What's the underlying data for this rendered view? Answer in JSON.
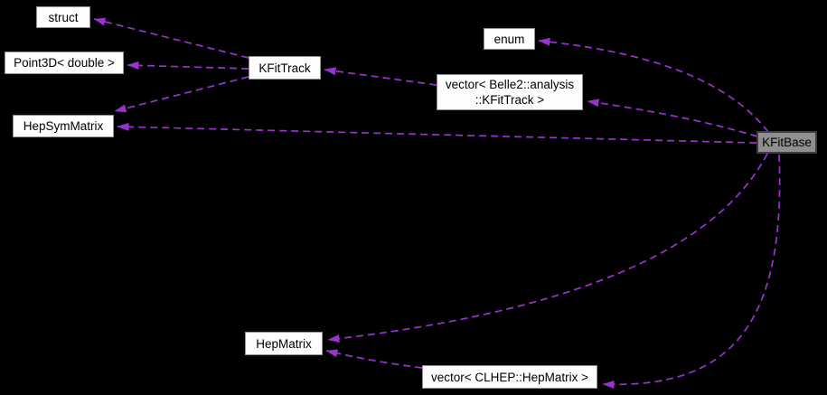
{
  "colors": {
    "background": "#000000",
    "edge": "#9a32cd",
    "node_fill": "#fefefe",
    "node_border": "#8f8f8f",
    "focus_node_fill": "#8f8f8f",
    "focus_node_border": "#3f3f3f",
    "text": "#000000"
  },
  "nodes": {
    "struct": {
      "label": "struct"
    },
    "point3d_double": {
      "label": "Point3D< double >"
    },
    "hepsymmatrix": {
      "label": "HepSymMatrix"
    },
    "kfittrack": {
      "label": "KFitTrack"
    },
    "enum": {
      "label": "enum"
    },
    "vector_belle2_analysis_kfittrack": {
      "label": "vector< Belle2::analysis\n::KFitTrack >"
    },
    "kfitbase": {
      "label": "KFitBase"
    },
    "hepmatrix": {
      "label": "HepMatrix"
    },
    "vector_clhep_hepmatrix": {
      "label": "vector< CLHEP::HepMatrix >"
    }
  },
  "edges": [
    {
      "from": "KFitTrack",
      "to": "struct",
      "style": "dashed"
    },
    {
      "from": "KFitTrack",
      "to": "Point3D< double >",
      "style": "dashed"
    },
    {
      "from": "KFitTrack",
      "to": "HepSymMatrix",
      "style": "dashed"
    },
    {
      "from": "vector< Belle2::analysis ::KFitTrack >",
      "to": "KFitTrack",
      "style": "dashed"
    },
    {
      "from": "KFitBase",
      "to": "enum",
      "style": "dashed"
    },
    {
      "from": "KFitBase",
      "to": "vector< Belle2::analysis ::KFitTrack >",
      "style": "dashed"
    },
    {
      "from": "KFitBase",
      "to": "HepSymMatrix",
      "style": "dashed"
    },
    {
      "from": "KFitBase",
      "to": "HepMatrix",
      "style": "dashed"
    },
    {
      "from": "KFitBase",
      "to": "vector< CLHEP::HepMatrix >",
      "style": "dashed"
    },
    {
      "from": "vector< CLHEP::HepMatrix >",
      "to": "HepMatrix",
      "style": "dashed"
    }
  ]
}
